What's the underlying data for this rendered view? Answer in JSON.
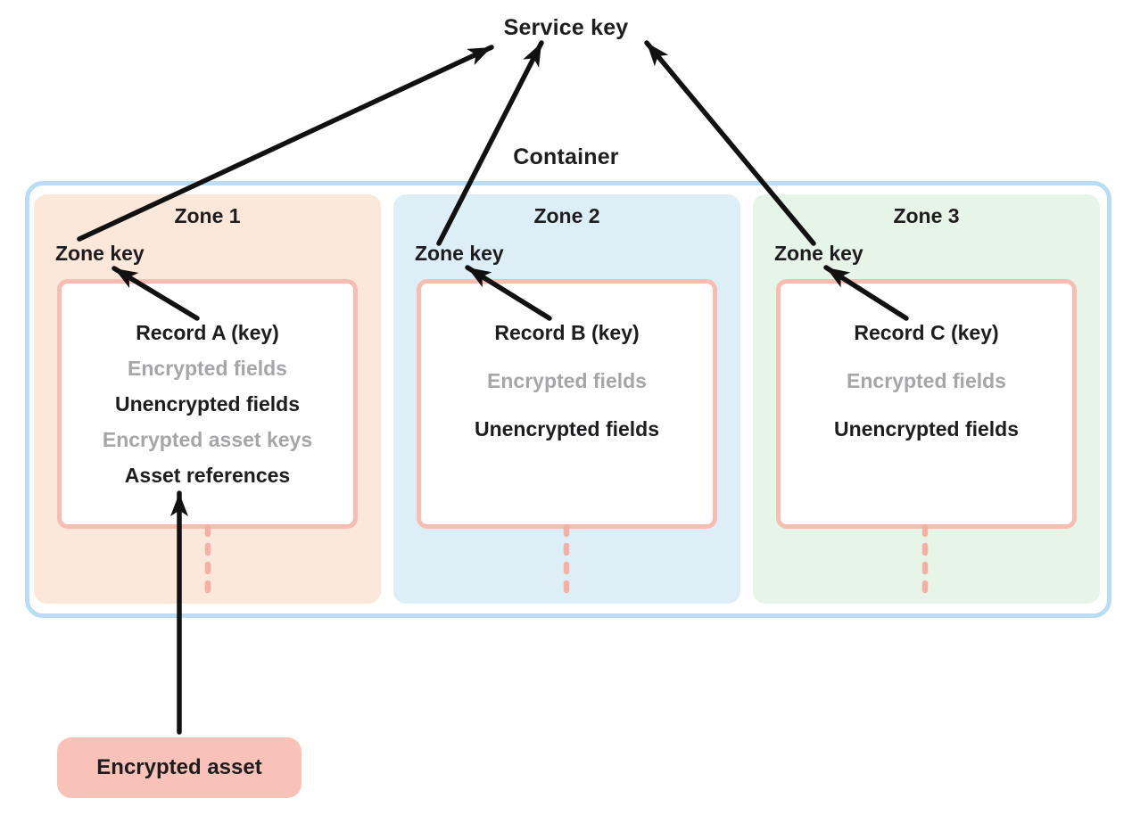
{
  "diagram": {
    "service_key_label": "Service key",
    "container_label": "Container",
    "zones": [
      {
        "title": "Zone 1",
        "zone_key_label": "Zone key",
        "record": {
          "title": "Record A (key)",
          "rows": [
            {
              "text": "Encrypted fields",
              "style": "muted"
            },
            {
              "text": "Unencrypted fields",
              "style": "normal"
            },
            {
              "text": "Encrypted asset keys",
              "style": "muted"
            },
            {
              "text": "Asset references",
              "style": "normal"
            }
          ]
        }
      },
      {
        "title": "Zone 2",
        "zone_key_label": "Zone key",
        "record": {
          "title": "Record B (key)",
          "rows": [
            {
              "text": "Encrypted fields",
              "style": "muted"
            },
            {
              "text": "Unencrypted fields",
              "style": "normal"
            }
          ]
        }
      },
      {
        "title": "Zone 3",
        "zone_key_label": "Zone key",
        "record": {
          "title": "Record C (key)",
          "rows": [
            {
              "text": "Encrypted fields",
              "style": "muted"
            },
            {
              "text": "Unencrypted fields",
              "style": "normal"
            }
          ]
        }
      }
    ],
    "encrypted_asset_label": "Encrypted asset",
    "arrows": [
      {
        "from": "zone-1-zone-key",
        "to": "service-key"
      },
      {
        "from": "zone-2-zone-key",
        "to": "service-key"
      },
      {
        "from": "zone-3-zone-key",
        "to": "service-key"
      },
      {
        "from": "record-a-key",
        "to": "zone-1-zone-key"
      },
      {
        "from": "record-b-key",
        "to": "zone-2-zone-key"
      },
      {
        "from": "record-c-key",
        "to": "zone-3-zone-key"
      },
      {
        "from": "encrypted-asset",
        "to": "asset-references"
      }
    ],
    "colors": {
      "container_border": "#b9ddf4",
      "zone1_bg": "#fce8da",
      "zone2_bg": "#deeef7",
      "zone3_bg": "#e6f5e7",
      "record_border": "#f8bdb2",
      "dashed_line": "#f5b0a3",
      "asset_bg": "#f9c2b8",
      "text": "#1d1d1f",
      "muted_text": "#a6a6a9",
      "arrow": "#111111"
    }
  }
}
